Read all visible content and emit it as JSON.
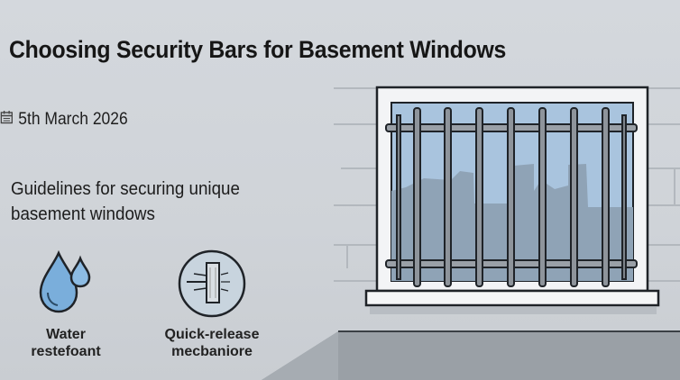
{
  "page": {
    "title": "Choosing Security Bars for Basement Windows",
    "date": "5th March 2026",
    "date_icon": "calendar-icon",
    "subtitle": "Guidelines for securing unique basement windows"
  },
  "features": [
    {
      "icon": "water-drops-icon",
      "label_line1": "Water",
      "label_line2": "restefoant"
    },
    {
      "icon": "quick-release-mechanism-icon",
      "label_line1": "Quick-release",
      "label_line2": "mecbaniore"
    }
  ],
  "illustration": {
    "subject": "barred-basement-window",
    "colors": {
      "wall": "#cdd1d6",
      "floor": "#9aa0a6",
      "frame": "#f3f4f6",
      "bar": "#8e949b",
      "outline": "#1f2328",
      "sky": "#a9c4de",
      "skyline": "#8fa3b6",
      "drop": "#7aaedb"
    }
  }
}
